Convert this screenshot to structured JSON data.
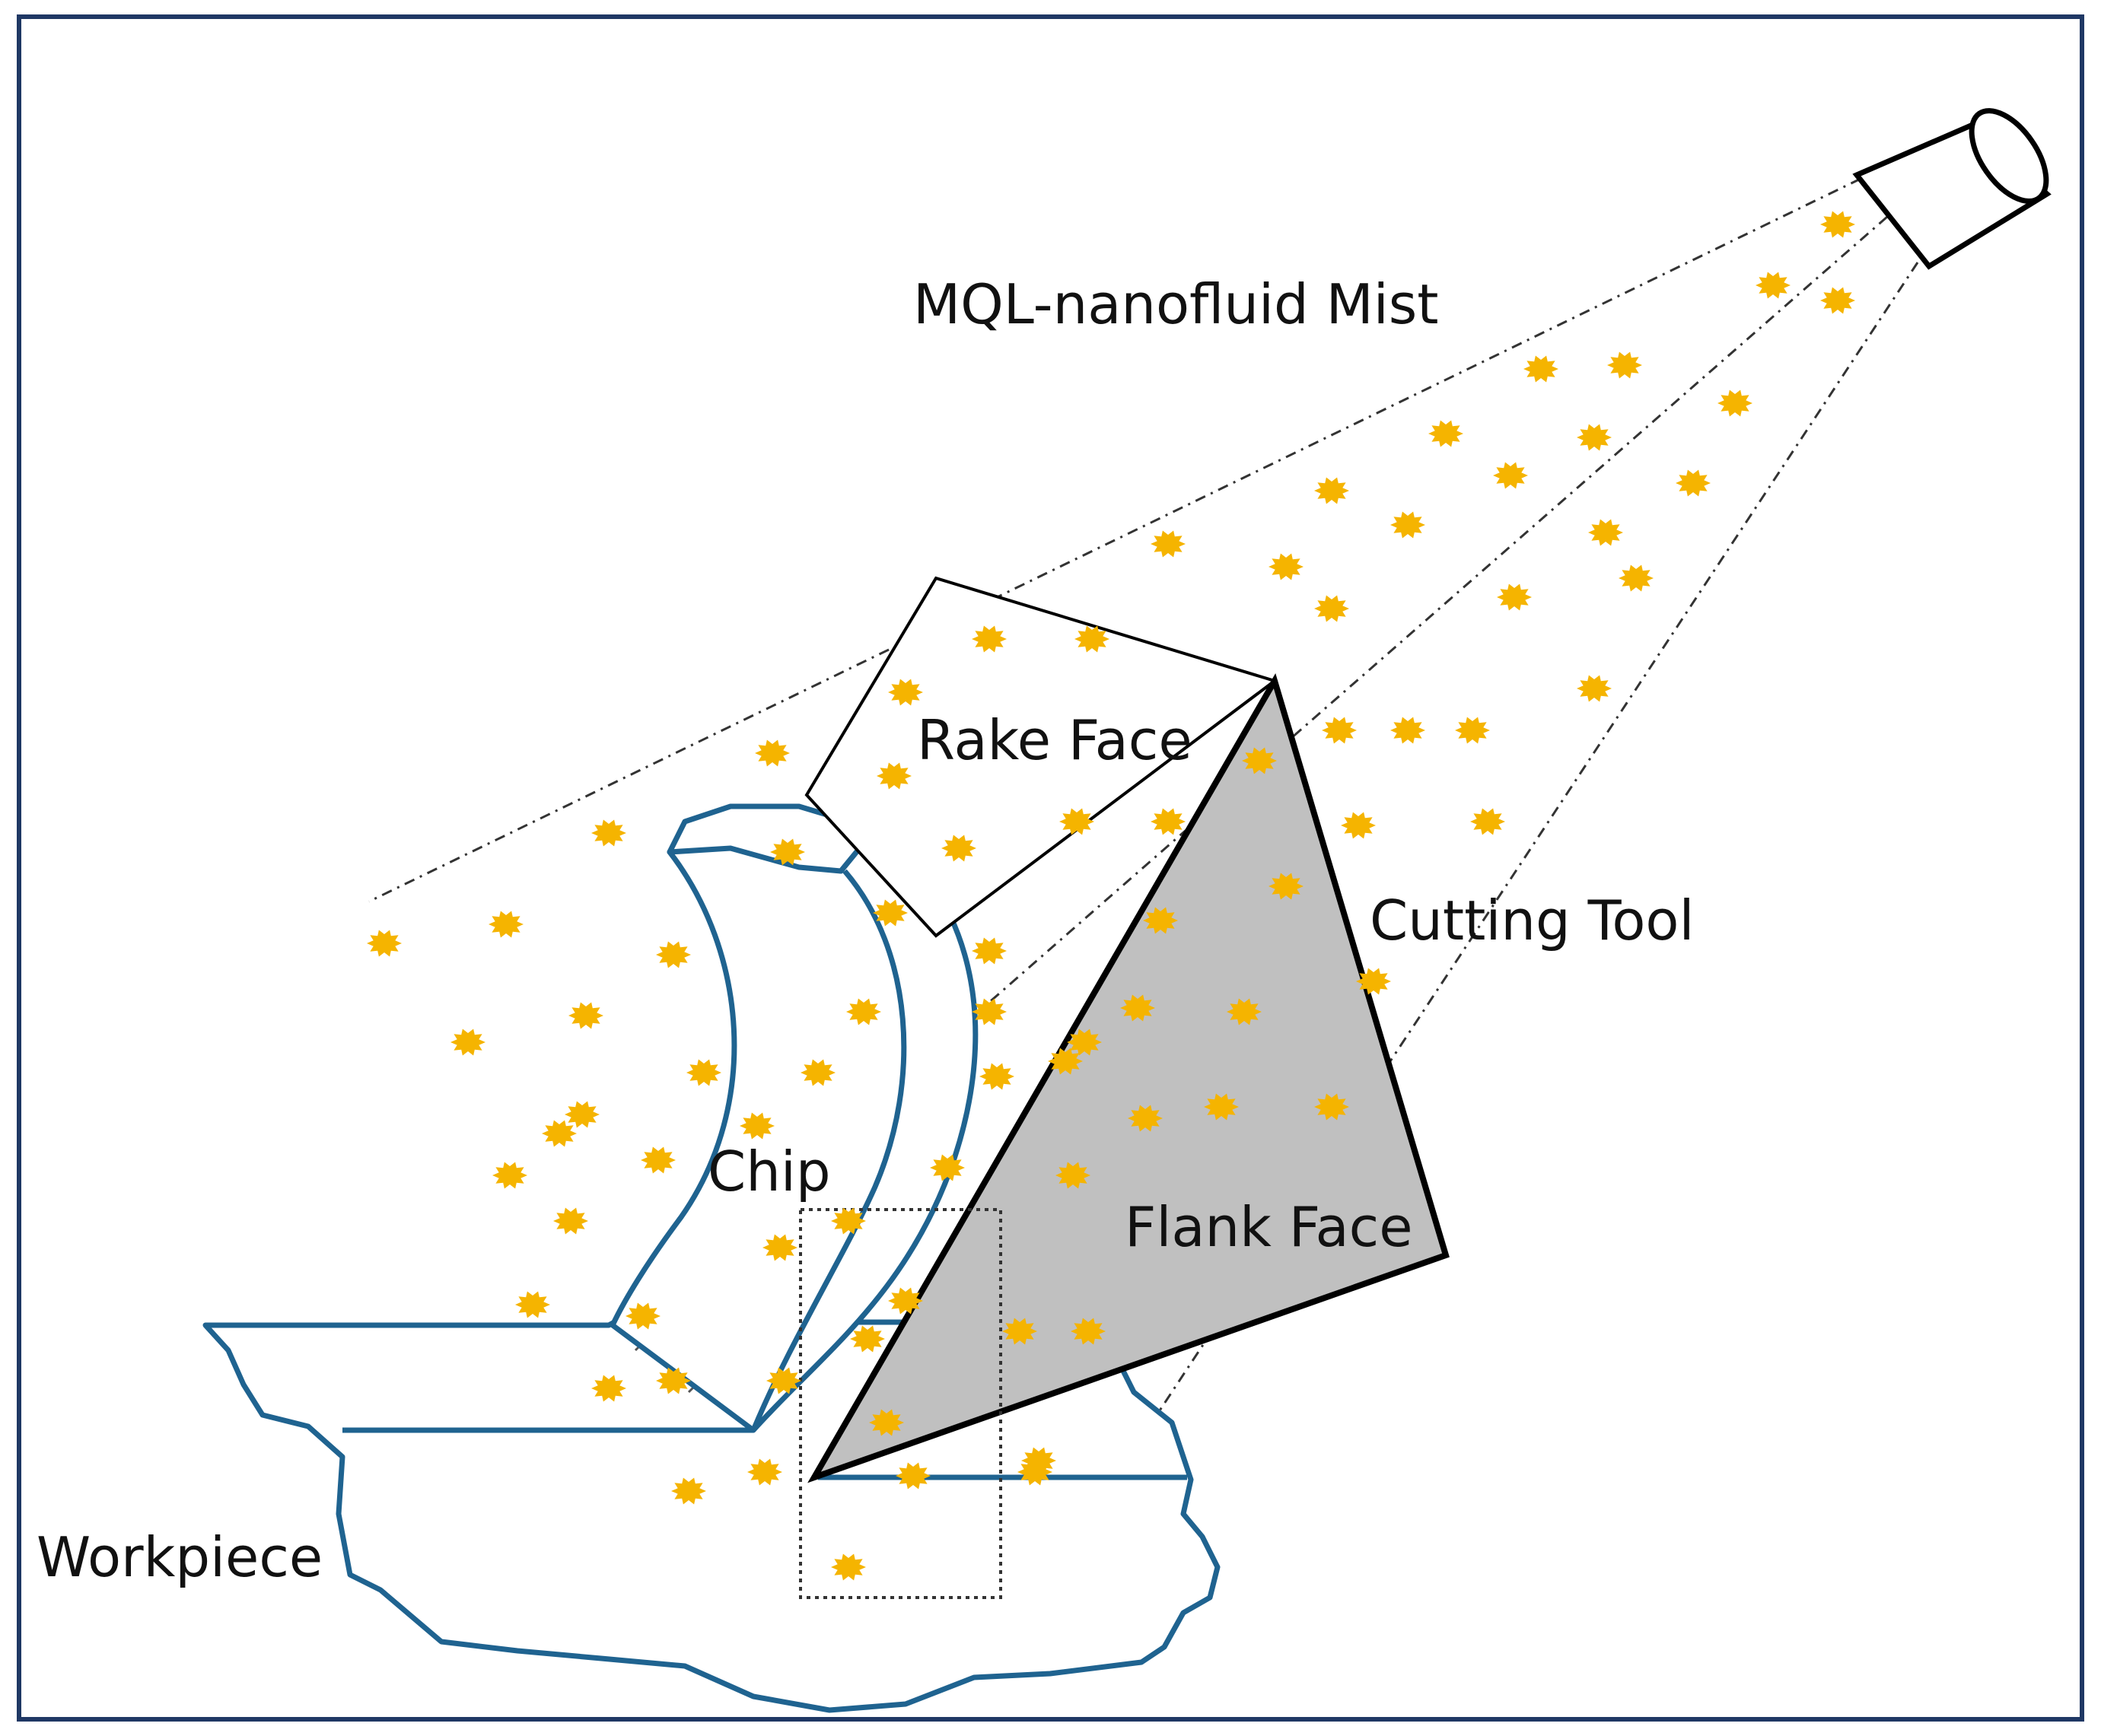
{
  "labels": {
    "mist": "MQL-nanofluid  Mist",
    "rake_face": "Rake Face",
    "cutting_tool": "Cutting Tool",
    "chip": "Chip",
    "flank_face": "Flank Face",
    "workpiece": "Workpiece"
  },
  "colors": {
    "frame": "#1f3864",
    "workpiece_outline": "#1f6390",
    "tool_outline": "#000000",
    "flank_fill": "#c0c0c0",
    "droplet": "#f5b400",
    "spray_line": "#333333"
  }
}
